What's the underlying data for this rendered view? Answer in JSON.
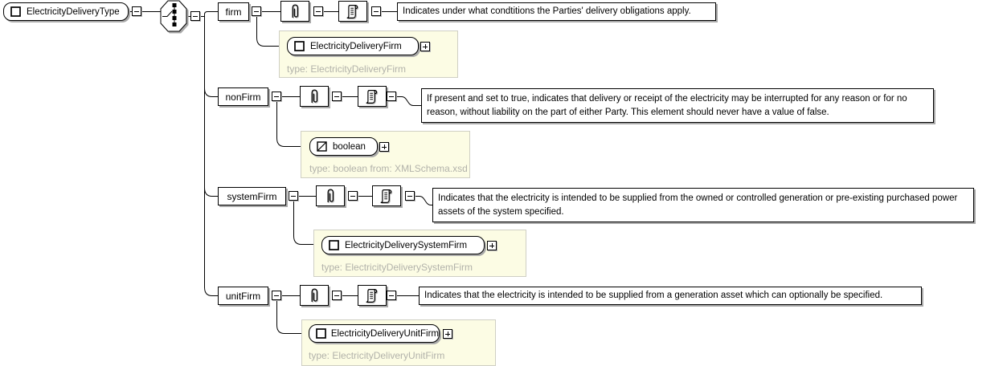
{
  "diagram": {
    "root": {
      "label": "ElectricityDeliveryType",
      "icon": "complex-type"
    },
    "compositor": "sequence",
    "elements": [
      {
        "name": "firm",
        "documentation": "Indicates under what condtitions the Parties' delivery obligations apply.",
        "type": {
          "label": "ElectricityDeliveryFirm",
          "caption": "type: ElectricityDeliveryFirm",
          "icon": "complex-type"
        }
      },
      {
        "name": "nonFirm",
        "documentation": "If present and set to true, indicates that delivery or receipt of the electricity may be interrupted for any reason or for no reason, without liability on the part of either Party. This element should never have a value of false.",
        "type": {
          "label": "boolean",
          "caption": "type: boolean from: XMLSchema.xsd",
          "icon": "simple-type"
        }
      },
      {
        "name": "systemFirm",
        "documentation": "Indicates that the electricity is intended to be supplied from the owned or controlled generation or pre-existing purchased power assets of the system specified.",
        "type": {
          "label": "ElectricityDeliverySystemFirm",
          "caption": "type: ElectricityDeliverySystemFirm",
          "icon": "complex-type"
        }
      },
      {
        "name": "unitFirm",
        "documentation": "Indicates that the electricity is intended to be supplied from a generation asset which can optionally be specified.",
        "type": {
          "label": "ElectricityDeliveryUnitFirm",
          "caption": "type: ElectricityDeliveryUnitFirm",
          "icon": "complex-type"
        }
      }
    ],
    "colors": {
      "panel_bg": "#fcfce4",
      "panel_border": "#cfcfc4",
      "muted_text": "#b2b2aa",
      "box_shadow": "#a9a9a9",
      "line": "#000000"
    }
  }
}
